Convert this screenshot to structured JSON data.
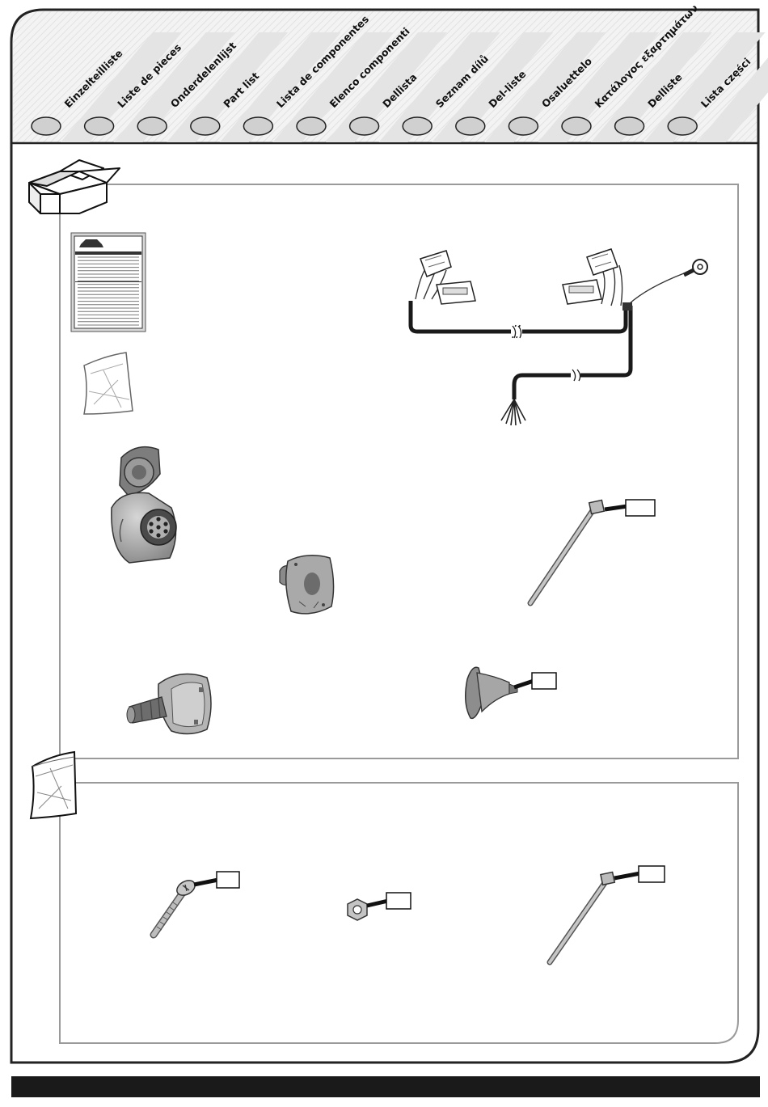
{
  "header": {
    "languages": [
      {
        "label": "Einzelteilliste"
      },
      {
        "label": "Liste de pieces"
      },
      {
        "label": "Onderdelenlijst"
      },
      {
        "label": "Part list"
      },
      {
        "label": "Lista de componentes"
      },
      {
        "label": "Elenco componenti"
      },
      {
        "label": "Dellista"
      },
      {
        "label": "Seznam dílů"
      },
      {
        "label": "Del-liste"
      },
      {
        "label": "Osaluettelo"
      },
      {
        "label": "Κατάλογος εξαρτημάτων"
      },
      {
        "label": "Delliste"
      },
      {
        "label": "Lista części"
      }
    ]
  },
  "icons": {
    "box_section": "open-box-icon",
    "bag_section": "plastic-bag-icon"
  },
  "colors": {
    "frame": "#222222",
    "header_bg": "#f0f0f0",
    "inner_border": "#9a9a9a",
    "footer_bar": "#1a1a1a"
  }
}
